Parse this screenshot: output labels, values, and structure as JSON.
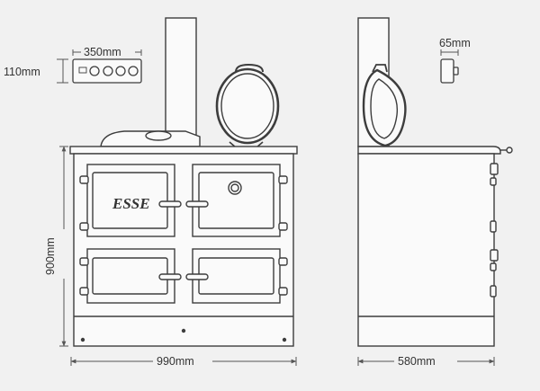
{
  "dimensions": {
    "control_panel_width": "350mm",
    "control_panel_height": "110mm",
    "side_panel_width": "65mm",
    "cooker_height": "900mm",
    "cooker_width": "990mm",
    "cooker_depth": "580mm"
  },
  "brand": {
    "logo_text": "ESSE"
  },
  "colors": {
    "background": "#f1f1f1",
    "line": "#3d3d3d",
    "panel_fill": "#fafafa",
    "dimension_line": "#555555"
  }
}
